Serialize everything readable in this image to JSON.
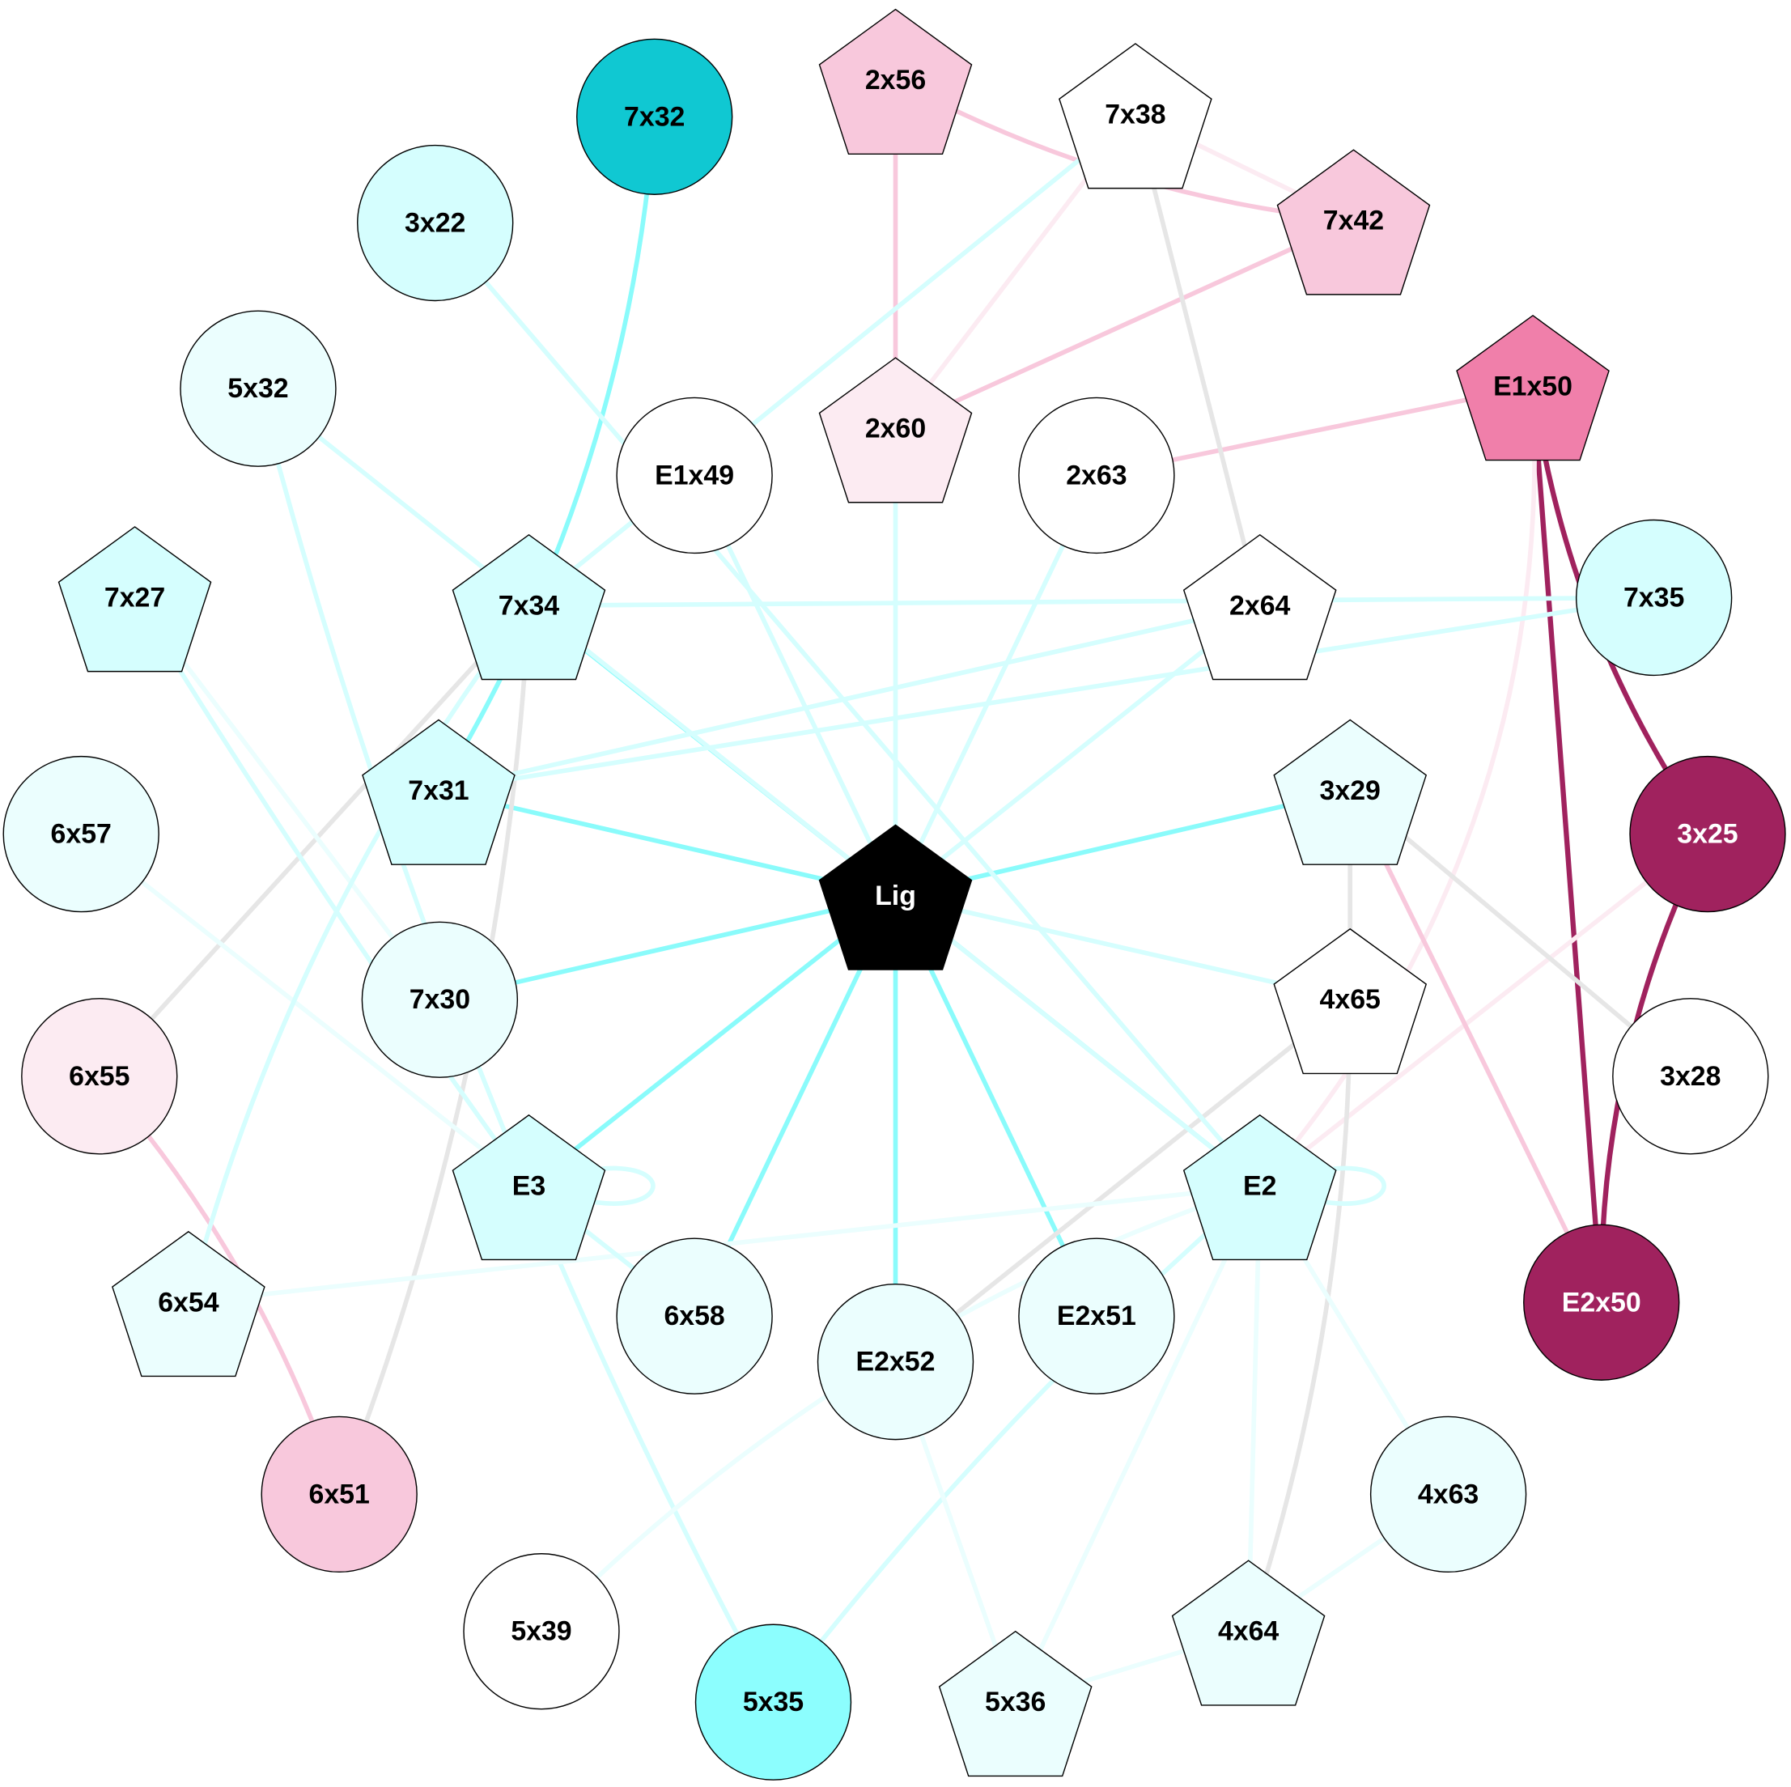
{
  "nodes": [
    {
      "id": "7x32",
      "label": "7x32",
      "shape": "circle",
      "fill": "#10C8D2",
      "text": "#000000"
    },
    {
      "id": "2x56",
      "label": "2x56",
      "shape": "pentagon",
      "fill": "#F8C8DC",
      "text": "#000000"
    },
    {
      "id": "7x38",
      "label": "7x38",
      "shape": "pentagon",
      "fill": "#FFFFFF",
      "text": "#000000"
    },
    {
      "id": "7x42",
      "label": "7x42",
      "shape": "pentagon",
      "fill": "#F8C8DC",
      "text": "#000000"
    },
    {
      "id": "3x22",
      "label": "3x22",
      "shape": "circle",
      "fill": "#D5FEFE",
      "text": "#000000"
    },
    {
      "id": "5x32",
      "label": "5x32",
      "shape": "circle",
      "fill": "#EBFEFE",
      "text": "#000000"
    },
    {
      "id": "2x60",
      "label": "2x60",
      "shape": "pentagon",
      "fill": "#FCEBF2",
      "text": "#000000"
    },
    {
      "id": "E1x49",
      "label": "E1x49",
      "shape": "circle",
      "fill": "#FFFFFF",
      "text": "#000000"
    },
    {
      "id": "2x63",
      "label": "2x63",
      "shape": "circle",
      "fill": "#FFFFFF",
      "text": "#000000"
    },
    {
      "id": "E1x50",
      "label": "E1x50",
      "shape": "pentagon",
      "fill": "#F07FAA",
      "text": "#000000"
    },
    {
      "id": "7x27",
      "label": "7x27",
      "shape": "pentagon",
      "fill": "#D5FEFE",
      "text": "#000000"
    },
    {
      "id": "7x34",
      "label": "7x34",
      "shape": "pentagon",
      "fill": "#D5FEFE",
      "text": "#000000"
    },
    {
      "id": "2x64",
      "label": "2x64",
      "shape": "pentagon",
      "fill": "#FFFFFF",
      "text": "#000000"
    },
    {
      "id": "7x35",
      "label": "7x35",
      "shape": "circle",
      "fill": "#D5FEFE",
      "text": "#000000"
    },
    {
      "id": "7x31",
      "label": "7x31",
      "shape": "pentagon",
      "fill": "#D5FEFE",
      "text": "#000000"
    },
    {
      "id": "3x29",
      "label": "3x29",
      "shape": "pentagon",
      "fill": "#EBFEFE",
      "text": "#000000"
    },
    {
      "id": "6x57",
      "label": "6x57",
      "shape": "circle",
      "fill": "#EBFEFE",
      "text": "#000000"
    },
    {
      "id": "3x25",
      "label": "3x25",
      "shape": "circle",
      "fill": "#A0225E",
      "text": "#FFFFFF"
    },
    {
      "id": "Lig",
      "label": "Lig",
      "shape": "pentagon",
      "fill": "#000000",
      "text": "#FFFFFF"
    },
    {
      "id": "7x30",
      "label": "7x30",
      "shape": "circle",
      "fill": "#EBFEFE",
      "text": "#000000"
    },
    {
      "id": "4x65",
      "label": "4x65",
      "shape": "pentagon",
      "fill": "#FFFFFF",
      "text": "#000000"
    },
    {
      "id": "6x55",
      "label": "6x55",
      "shape": "circle",
      "fill": "#FCEBF2",
      "text": "#000000"
    },
    {
      "id": "3x28",
      "label": "3x28",
      "shape": "circle",
      "fill": "#FFFFFF",
      "text": "#000000"
    },
    {
      "id": "E3",
      "label": "E3",
      "shape": "pentagon",
      "fill": "#D5FEFE",
      "text": "#000000"
    },
    {
      "id": "E2",
      "label": "E2",
      "shape": "pentagon",
      "fill": "#D5FEFE",
      "text": "#000000"
    },
    {
      "id": "6x54",
      "label": "6x54",
      "shape": "pentagon",
      "fill": "#EBFEFE",
      "text": "#000000"
    },
    {
      "id": "6x58",
      "label": "6x58",
      "shape": "circle",
      "fill": "#EBFEFE",
      "text": "#000000"
    },
    {
      "id": "E2x52",
      "label": "E2x52",
      "shape": "circle",
      "fill": "#EBFEFE",
      "text": "#000000"
    },
    {
      "id": "E2x51",
      "label": "E2x51",
      "shape": "circle",
      "fill": "#EBFEFE",
      "text": "#000000"
    },
    {
      "id": "E2x50",
      "label": "E2x50",
      "shape": "circle",
      "fill": "#A0225E",
      "text": "#FFFFFF"
    },
    {
      "id": "4x63",
      "label": "4x63",
      "shape": "circle",
      "fill": "#EBFEFE",
      "text": "#000000"
    },
    {
      "id": "6x51",
      "label": "6x51",
      "shape": "circle",
      "fill": "#F8C8DC",
      "text": "#000000"
    },
    {
      "id": "5x39",
      "label": "5x39",
      "shape": "circle",
      "fill": "#FFFFFF",
      "text": "#000000"
    },
    {
      "id": "4x64",
      "label": "4x64",
      "shape": "pentagon",
      "fill": "#EBFEFE",
      "text": "#000000"
    },
    {
      "id": "5x35",
      "label": "5x35",
      "shape": "circle",
      "fill": "#8CFEFE",
      "text": "#000000"
    },
    {
      "id": "5x36",
      "label": "5x36",
      "shape": "pentagon",
      "fill": "#EBFEFE",
      "text": "#000000"
    }
  ],
  "edges": [
    {
      "source": "Lig",
      "target": "7x34",
      "color": "#8AFBFB"
    },
    {
      "source": "Lig",
      "target": "7x31",
      "color": "#8AFBFB"
    },
    {
      "source": "Lig",
      "target": "7x30",
      "color": "#8AFBFB"
    },
    {
      "source": "Lig",
      "target": "E3",
      "color": "#8AFBFB"
    },
    {
      "source": "Lig",
      "target": "6x58",
      "color": "#8AFBFB"
    },
    {
      "source": "Lig",
      "target": "E2x52",
      "color": "#8AFBFB"
    },
    {
      "source": "Lig",
      "target": "E2x51",
      "color": "#8AFBFB"
    },
    {
      "source": "Lig",
      "target": "E2",
      "color": "#8AFBFB"
    },
    {
      "source": "Lig",
      "target": "3x29",
      "color": "#8AFBFB"
    },
    {
      "source": "Lig",
      "target": "2x60",
      "color": "#D5FEFE"
    },
    {
      "source": "Lig",
      "target": "2x63",
      "color": "#D5FEFE"
    },
    {
      "source": "Lig",
      "target": "2x64",
      "color": "#D5FEFE"
    },
    {
      "source": "Lig",
      "target": "E1x49",
      "color": "#D5FEFE"
    },
    {
      "source": "Lig",
      "target": "4x65",
      "color": "#D5FEFE"
    },
    {
      "source": "7x32",
      "target": "7x31",
      "color": "#8AFBFB"
    },
    {
      "source": "2x56",
      "target": "2x60",
      "color": "#F8C8DC"
    },
    {
      "source": "2x56",
      "target": "7x42",
      "color": "#F8C8DC"
    },
    {
      "source": "2x60",
      "target": "7x42",
      "color": "#F8C8DC"
    },
    {
      "source": "2x60",
      "target": "7x38",
      "color": "#FCEBF2"
    },
    {
      "source": "7x38",
      "target": "7x42",
      "color": "#FCEBF2"
    },
    {
      "source": "E1x50",
      "target": "2x63",
      "color": "#F8C8DC"
    },
    {
      "source": "E1x50",
      "target": "3x25",
      "color": "#A0225E"
    },
    {
      "source": "E1x50",
      "target": "E2x50",
      "color": "#A0225E"
    },
    {
      "source": "3x25",
      "target": "E2x50",
      "color": "#A0225E"
    },
    {
      "source": "E1x50",
      "target": "E2",
      "color": "#FCEBF2"
    },
    {
      "source": "3x25",
      "target": "E2",
      "color": "#FCEBF2"
    },
    {
      "source": "3x29",
      "target": "E2x50",
      "color": "#F8C8DC"
    },
    {
      "source": "3x29",
      "target": "3x28",
      "color": "#E6E6E6"
    },
    {
      "source": "3x29",
      "target": "4x65",
      "color": "#E6E6E6"
    },
    {
      "source": "7x38",
      "target": "2x64",
      "color": "#E6E6E6"
    },
    {
      "source": "7x34",
      "target": "6x51",
      "color": "#E6E6E6"
    },
    {
      "source": "7x34",
      "target": "6x55",
      "color": "#E6E6E6"
    },
    {
      "source": "4x65",
      "target": "E2x52",
      "color": "#E6E6E6"
    },
    {
      "source": "4x65",
      "target": "4x64",
      "color": "#E6E6E6"
    },
    {
      "source": "6x55",
      "target": "6x51",
      "color": "#F8C8DC"
    },
    {
      "source": "3x22",
      "target": "E2",
      "color": "#D5FEFE"
    },
    {
      "source": "5x32",
      "target": "E2",
      "color": "#D5FEFE"
    },
    {
      "source": "7x38",
      "target": "7x34",
      "color": "#D5FEFE"
    },
    {
      "source": "7x34",
      "target": "7x35",
      "color": "#D5FEFE"
    },
    {
      "source": "7x31",
      "target": "7x35",
      "color": "#D5FEFE"
    },
    {
      "source": "7x31",
      "target": "2x64",
      "color": "#D5FEFE"
    },
    {
      "source": "7x27",
      "target": "7x30",
      "color": "#EBFEFE"
    },
    {
      "source": "7x27",
      "target": "E3",
      "color": "#D5FEFE"
    },
    {
      "source": "5x32",
      "target": "5x35",
      "color": "#D5FEFE"
    },
    {
      "source": "6x57",
      "target": "E3",
      "color": "#EBFEFE"
    },
    {
      "source": "6x54",
      "target": "7x34",
      "color": "#D5FEFE"
    },
    {
      "source": "6x54",
      "target": "E2",
      "color": "#EBFEFE"
    },
    {
      "source": "E3",
      "target": "6x58",
      "color": "#D5FEFE"
    },
    {
      "source": "E3",
      "target": "E3",
      "color": "#D5FEFE"
    },
    {
      "source": "E2",
      "target": "E2",
      "color": "#D5FEFE"
    },
    {
      "source": "E2",
      "target": "5x39",
      "color": "#EBFEFE"
    },
    {
      "source": "E2",
      "target": "5x35",
      "color": "#D5FEFE"
    },
    {
      "source": "E2",
      "target": "5x36",
      "color": "#EBFEFE"
    },
    {
      "source": "E2",
      "target": "4x64",
      "color": "#EBFEFE"
    },
    {
      "source": "E2",
      "target": "4x63",
      "color": "#EBFEFE"
    },
    {
      "source": "E2x52",
      "target": "5x36",
      "color": "#EBFEFE"
    },
    {
      "source": "5x36",
      "target": "4x64",
      "color": "#EBFEFE"
    },
    {
      "source": "4x64",
      "target": "4x63",
      "color": "#EBFEFE"
    }
  ]
}
